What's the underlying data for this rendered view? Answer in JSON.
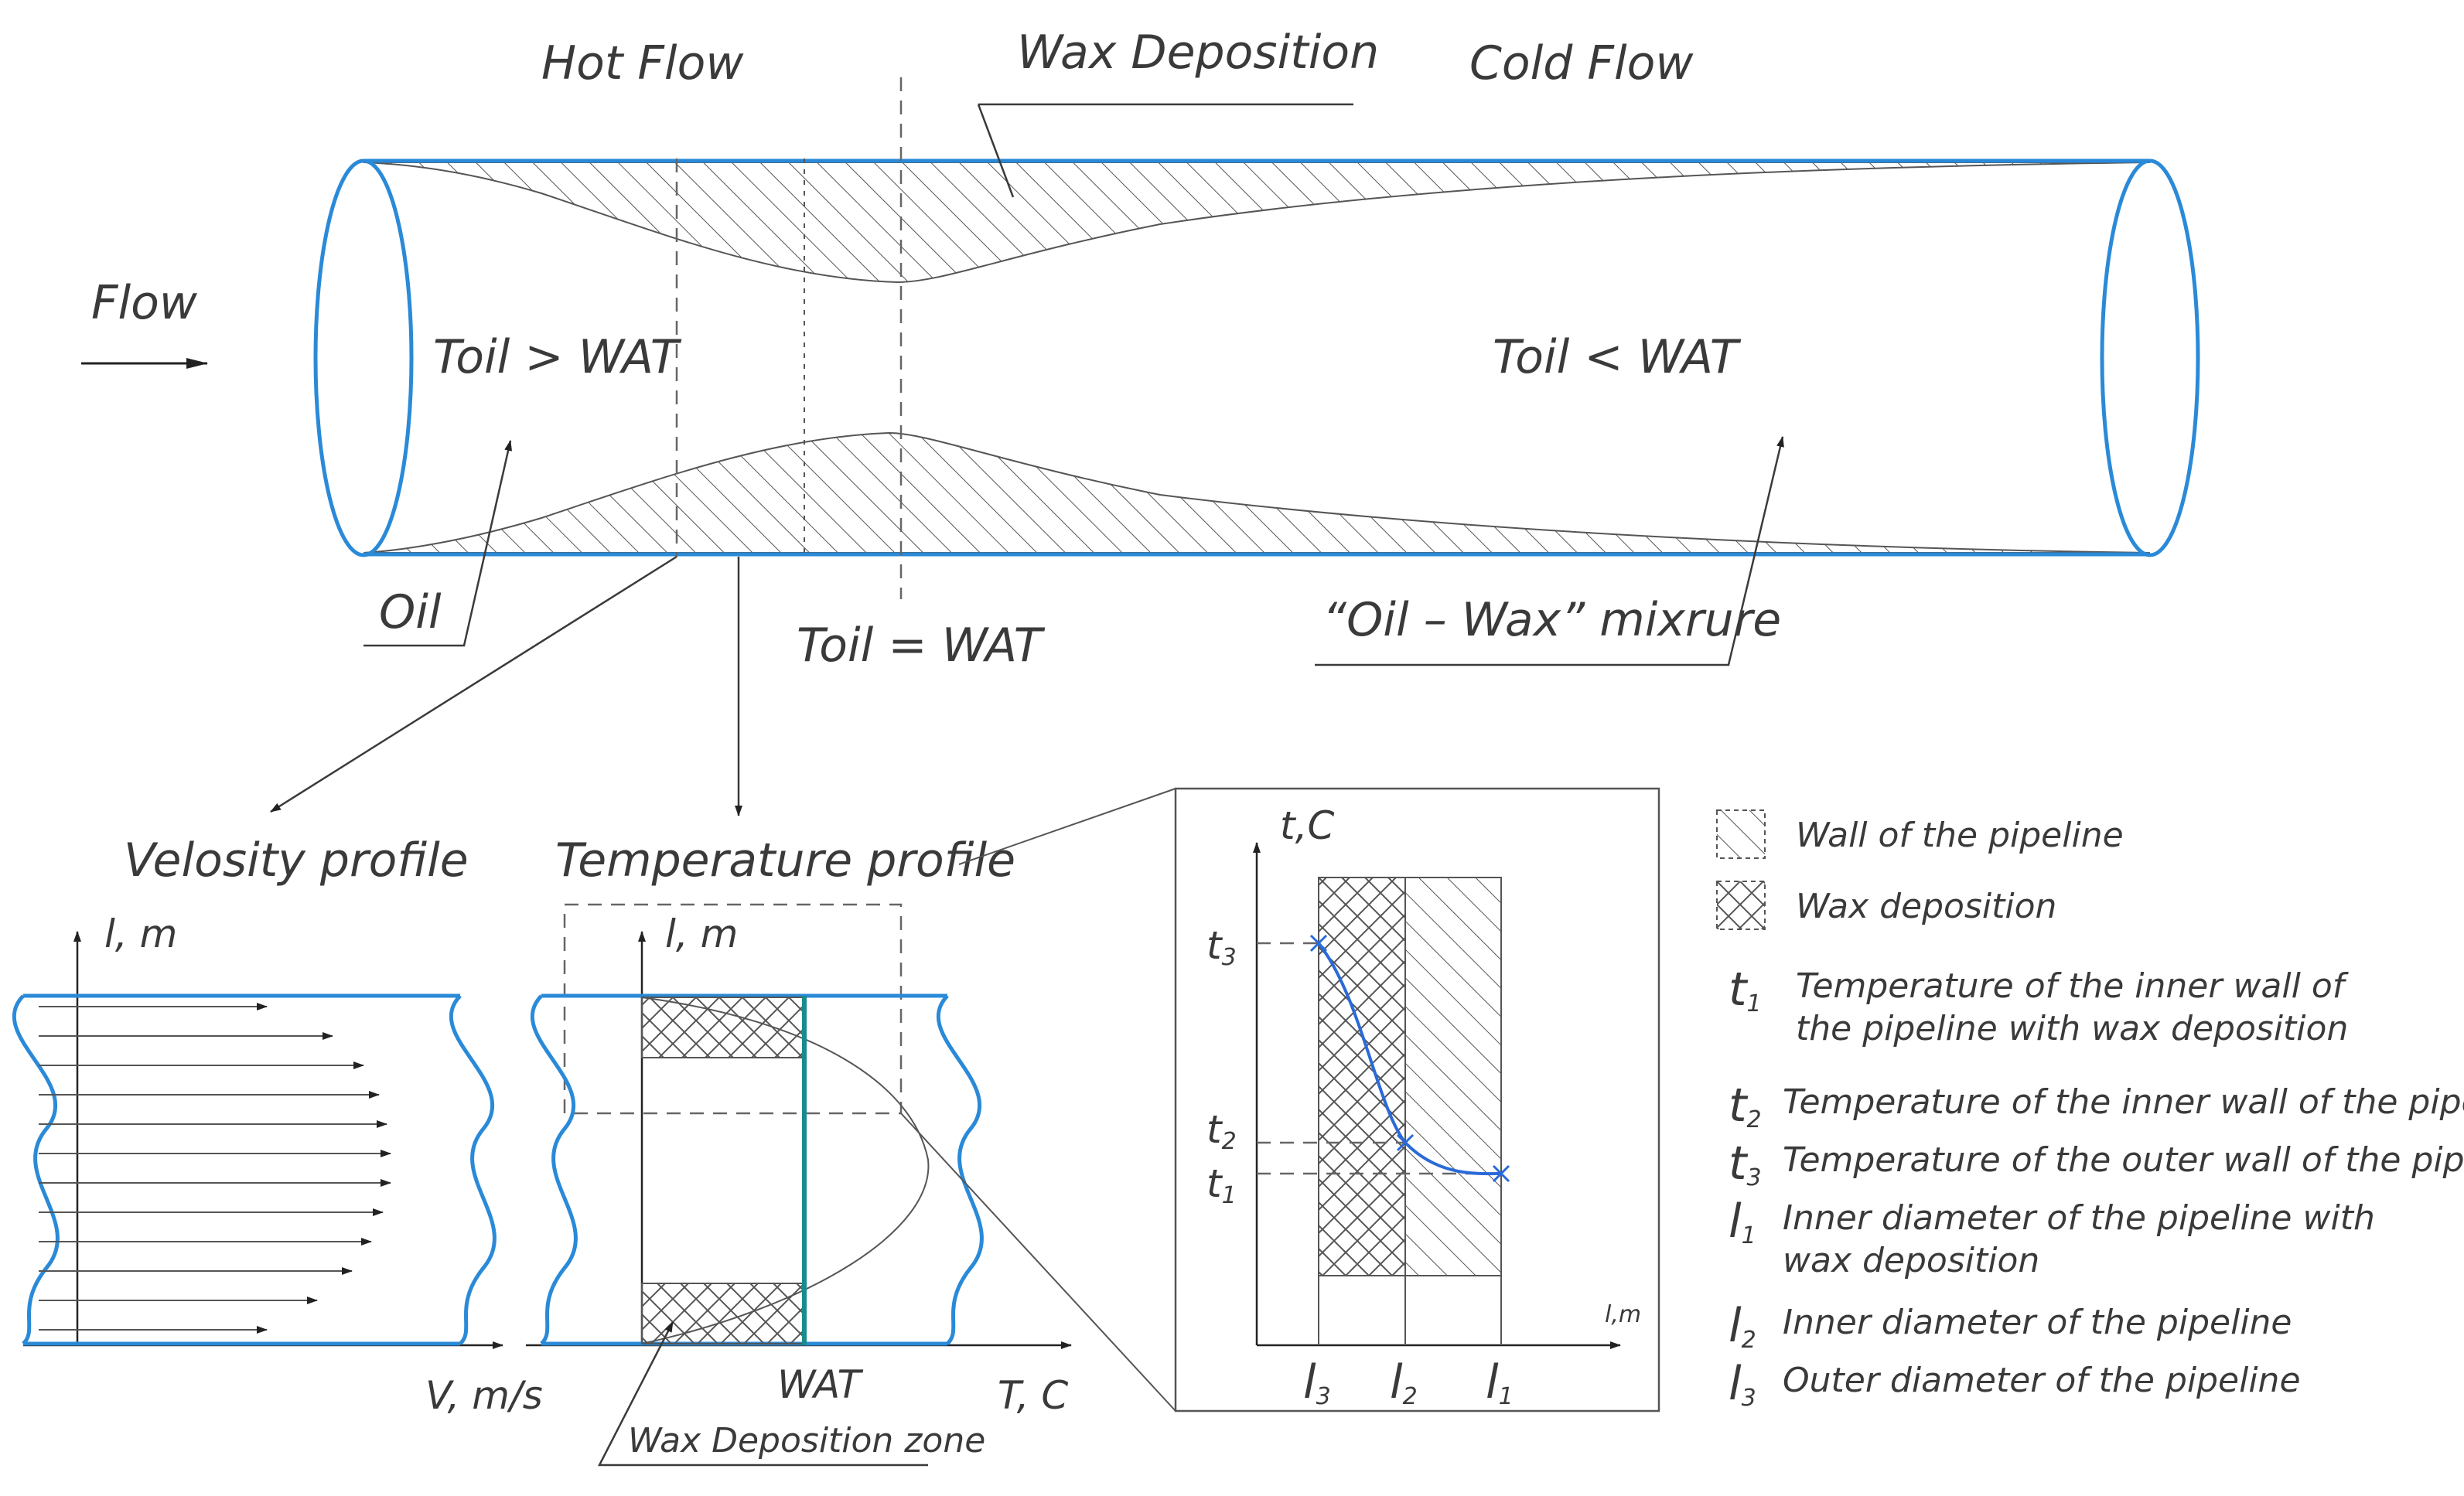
{
  "labels": {
    "hot_flow": "Hot Flow",
    "wax_deposition": "Wax Deposition",
    "cold_flow": "Cold Flow",
    "flow": "Flow",
    "toil_gt": "Toil > WAT",
    "toil_lt": "Toil < WAT",
    "oil": "Oil",
    "toil_eq": "Toil = WAT",
    "oil_wax_mixture": "“Oil – Wax” mixrure",
    "velocity_profile": "Velosity profile",
    "temperature_profile": "Temperature profile",
    "vel_axis_y": "l, m",
    "vel_axis_x": "V, m/s",
    "temp_axis_y": "l, m",
    "temp_axis_x": "T, C",
    "wat": "WAT",
    "wax_zone": "Wax Deposition zone",
    "inset_axis_y": "t,C",
    "inset_axis_x": "l,m"
  },
  "inset_ticks": {
    "t3": {
      "main": "t",
      "sub": "3"
    },
    "t2": {
      "main": "t",
      "sub": "2"
    },
    "t1": {
      "main": "t",
      "sub": "1"
    },
    "l3": {
      "main": "l",
      "sub": "3"
    },
    "l2": {
      "main": "l",
      "sub": "2"
    },
    "l1": {
      "main": "l",
      "sub": "1"
    }
  },
  "legend": {
    "wall": "Wall of the pipeline",
    "wax": "Wax deposition",
    "t1": {
      "sym": "t",
      "sub": "1",
      "line1": "Temperature of the inner wall of",
      "line2": "the pipeline with wax deposition"
    },
    "t2": {
      "sym": "t",
      "sub": "2",
      "line1": "Temperature of the inner wall of the pipeline"
    },
    "t3": {
      "sym": "t",
      "sub": "3",
      "line1": "Temperature of the outer wall of the pipeline"
    },
    "l1": {
      "sym": "l",
      "sub": "1",
      "line1": "Inner diameter of the pipeline with",
      "line2": "wax deposition"
    },
    "l2": {
      "sym": "l",
      "sub": "2",
      "line1": "Inner diameter of the pipeline"
    },
    "l3": {
      "sym": "l",
      "sub": "3",
      "line1": "Outer diameter of the pipeline"
    }
  },
  "colors": {
    "pipe": "#2a8ad8",
    "wat_line": "#1a8a8a",
    "curve": "#2a6ad8"
  }
}
